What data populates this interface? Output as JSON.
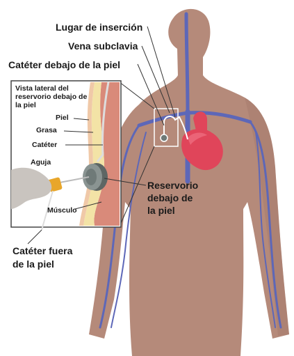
{
  "labels": {
    "insertion_site": "Lugar de inserción",
    "subclavian_vein": "Vena subclavia",
    "catheter_under_skin": "Catéter debajo de la piel",
    "inset_title": "Vista lateral del reservorio debajo de la piel",
    "skin": "Piel",
    "fat": "Grasa",
    "catheter": "Catéter",
    "needle": "Aguja",
    "muscle": "Músculo",
    "reservoir_line1": "Reservorio",
    "reservoir_line2": "debajo de",
    "reservoir_line3": "la piel",
    "catheter_outside_line1": "Catéter fuera",
    "catheter_outside_line2": "de la piel"
  },
  "colors": {
    "body": "#b58a7a",
    "body_shadow": "#9e7466",
    "vein": "#5d67b8",
    "heart": "#e0455a",
    "skin_layer": "#f0c9a8",
    "fat_layer": "#f3e3a6",
    "muscle": "#d98a7a",
    "reservoir": "#6f7a78"
  }
}
